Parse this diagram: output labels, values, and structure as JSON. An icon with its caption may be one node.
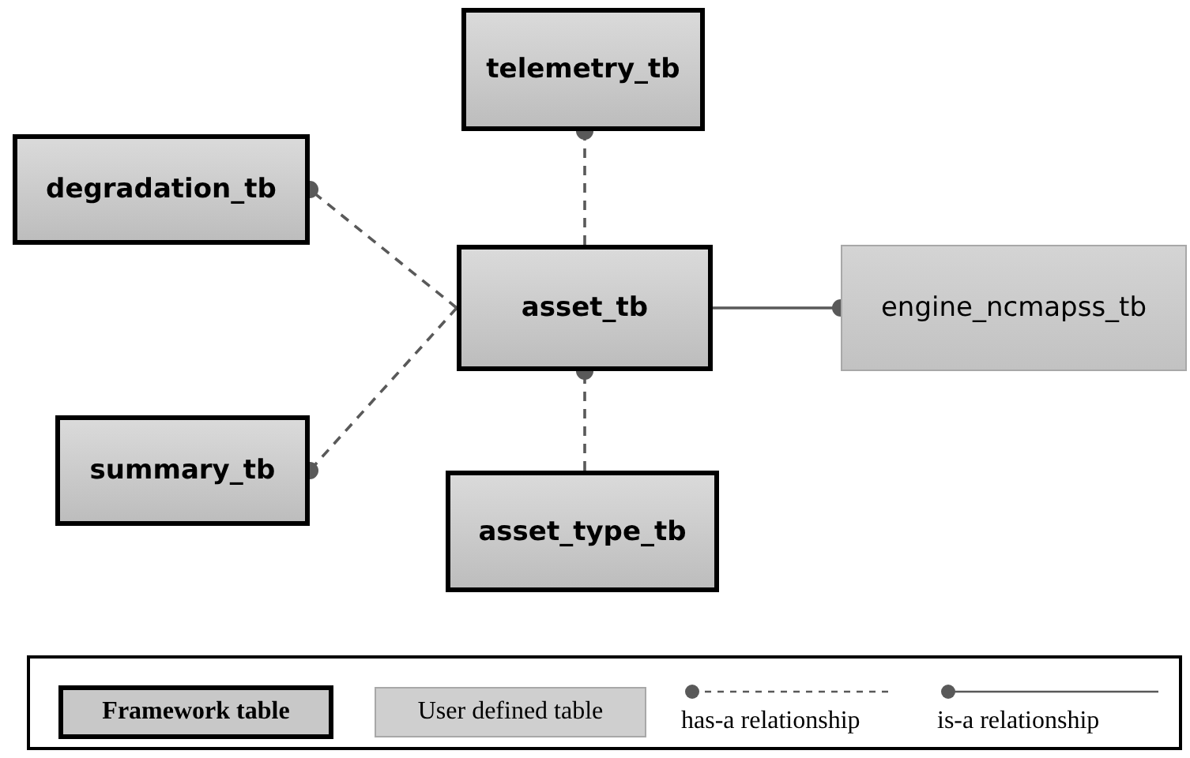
{
  "diagram": {
    "nodes": [
      {
        "text": [
          "telemetry_tb"
        ]
      },
      {
        "text": [
          "degradation_tb"
        ]
      },
      {
        "text": [
          "asset_tb"
        ]
      },
      {
        "text": [
          "engine_ncmapss_tb"
        ]
      },
      {
        "text": [
          "summary_tb"
        ]
      },
      {
        "text": [
          "asset_type_tb"
        ]
      }
    ],
    "edges": [
      {
        "from": 2,
        "to": 0,
        "arrow": "other",
        "style": "dashed"
      },
      {
        "from": 2,
        "to": 1,
        "arrow": "other",
        "style": "dashed"
      },
      {
        "from": 2,
        "to": 3,
        "arrow": "other"
      },
      {
        "from": 2,
        "to": 4,
        "arrow": "other",
        "style": "dashed"
      },
      {
        "from": 5,
        "to": 2,
        "arrow": "other",
        "style": "dashed"
      }
    ],
    "legend": [
      {
        "text": "Framework table"
      },
      {
        "text": "User defined table"
      },
      {
        "text": "has-a relationship"
      },
      {
        "text": "is-a relationship"
      }
    ]
  }
}
